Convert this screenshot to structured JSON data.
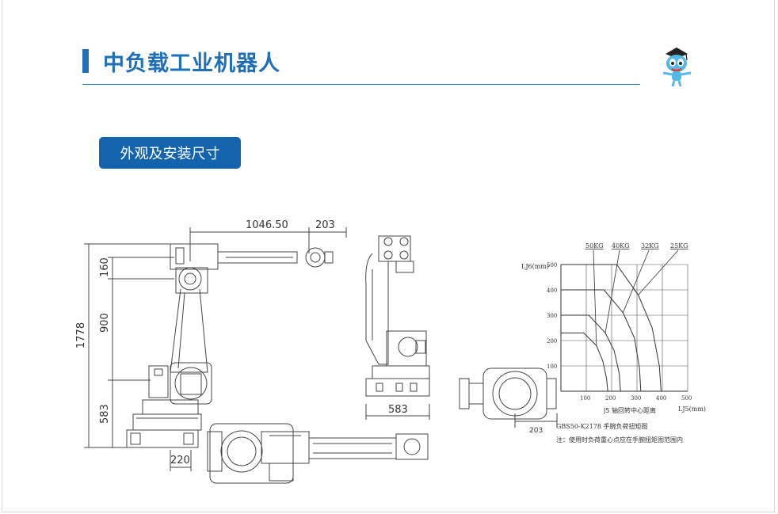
{
  "header": {
    "title": "中负载工业机器人",
    "accent_color": "#1f6fb8",
    "mascot_icon": "robot-mascot-icon"
  },
  "section": {
    "label": "外观及安装尺寸",
    "color": "#1463ad"
  },
  "side_view": {
    "dim_top_1": "1046.50",
    "dim_top_2": "203",
    "dim_left_total": "1778",
    "dim_left_1": "160",
    "dim_left_2": "900",
    "dim_left_3": "583",
    "dim_base": "220"
  },
  "front_view": {
    "dim_base": "583"
  },
  "wrist_view": {
    "dim": "203"
  },
  "chart_data": {
    "type": "line",
    "title": "GBS50-K2178 手腕负荷扭矩图",
    "note": "注：使用时负荷重心点应在手腕扭矩图范围内",
    "ylabel": "LJ6(mm)",
    "xlabel": "J5 轴回转中心距离",
    "xlabel_unit": "LJ5(mm)",
    "xlim": [
      0,
      500
    ],
    "ylim": [
      0,
      500
    ],
    "x_ticks": [
      "100",
      "200",
      "300",
      "400",
      "500"
    ],
    "y_ticks": [
      "100",
      "200",
      "300",
      "400",
      "500"
    ],
    "grid": true,
    "series": [
      {
        "name": "50KG",
        "x": [
          0,
          90,
          140,
          165,
          180,
          185
        ],
        "y": [
          230,
          230,
          180,
          120,
          50,
          0
        ]
      },
      {
        "name": "40KG",
        "x": [
          0,
          110,
          175,
          210,
          230,
          235
        ],
        "y": [
          300,
          300,
          230,
          160,
          70,
          0
        ]
      },
      {
        "name": "32KG",
        "x": [
          0,
          170,
          245,
          290,
          310,
          315
        ],
        "y": [
          400,
          400,
          310,
          210,
          90,
          0
        ]
      },
      {
        "name": "25KG",
        "x": [
          0,
          220,
          305,
          360,
          388,
          395
        ],
        "y": [
          500,
          500,
          380,
          250,
          100,
          0
        ]
      }
    ]
  }
}
